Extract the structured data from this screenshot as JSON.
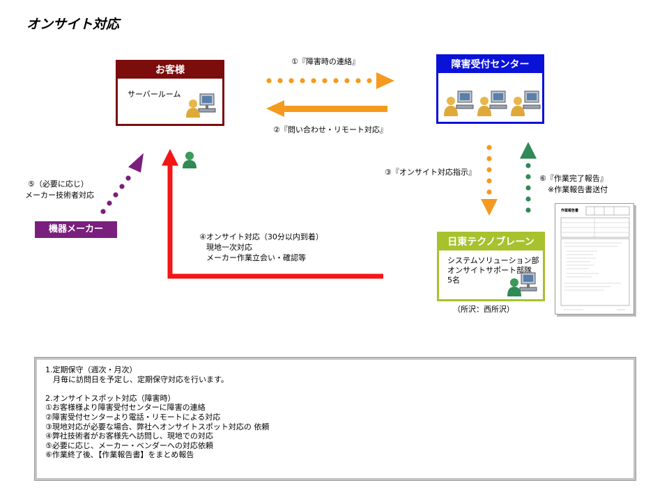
{
  "title": "オンサイト対応",
  "customer": {
    "heading": "お客様",
    "room": "サーバールーム"
  },
  "center": {
    "heading": "障害受付センター"
  },
  "nitto": {
    "heading": "日東テクノブレーン",
    "lines": [
      "システムソリューション部",
      "オンサイトサポート部隊",
      "5名"
    ]
  },
  "location": "（所沢：西所沢）",
  "maker": "機器メーカー",
  "labels": {
    "step1": "①『障害時の連絡』",
    "step2": "②『問い合わせ・リモート対応』",
    "step3": "③『オンサイト対応指示』",
    "step4": [
      "④オンサイト対応（30分以内到着）",
      "現地一次対応",
      "メーカー作業立会い・確認等"
    ],
    "step5": [
      "⑤（必要に応じ）",
      "メーカー技術者対応"
    ],
    "step6": [
      "⑥『作業完了報告』",
      "※作業報告書送付"
    ]
  },
  "notes": [
    "1.定期保守（週次・月次）",
    "　月毎に訪問日を予定し、定期保守対応を行います。",
    "",
    "2.オンサイトスポット対応（障害時）",
    "①お客様様より障害受付センターに障害の連絡",
    "②障害受付センターより電話・リモートによる対応",
    "③現地対応が必要な場合、弊社へオンサイトスポット対応の 依頼",
    "④弊社技術者がお客様先へ訪問し、現地での対応",
    "⑤必要に応じ、メーカー・ベンダーへの対応依頼",
    "⑥作業終了後､【作業報告書】をまとめ報告"
  ],
  "report_doc": {
    "heading": "作業報告書"
  },
  "colors": {
    "customer": "#7b0d0d",
    "center": "#0a12d8",
    "nitto": "#a6c22d",
    "maker": "#7a1f7e",
    "orange": "#f59a1e",
    "red": "#f21616",
    "green": "#2f8a56",
    "purple": "#7a1f7e"
  }
}
